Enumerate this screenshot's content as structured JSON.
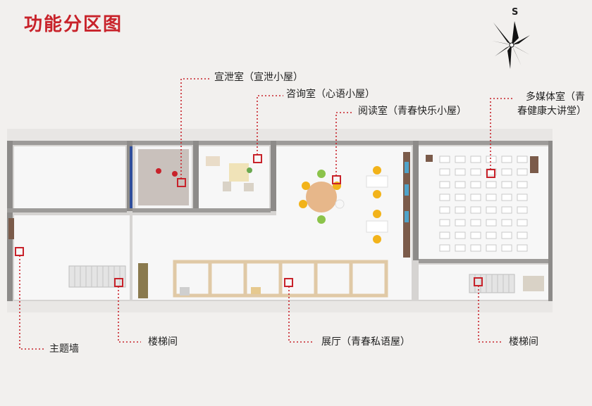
{
  "title": "功能分区图",
  "compass": {
    "label": "S",
    "icon": "compass-rose-icon"
  },
  "accent_color": "#c8222a",
  "zones": [
    {
      "id": "venting-room",
      "label": "宣泄室（宣泄小屋）"
    },
    {
      "id": "consult-room",
      "label": "咨询室（心语小屋）"
    },
    {
      "id": "reading-room",
      "label": "阅读室（青春快乐小屋）"
    },
    {
      "id": "media-room",
      "label": "多媒体室（青春健康大讲堂）"
    },
    {
      "id": "theme-wall",
      "label": "主题墙"
    },
    {
      "id": "stairs-left",
      "label": "楼梯间"
    },
    {
      "id": "exhibit-hall",
      "label": "展厅（青春私语屋）"
    },
    {
      "id": "stairs-right",
      "label": "楼梯间"
    }
  ]
}
